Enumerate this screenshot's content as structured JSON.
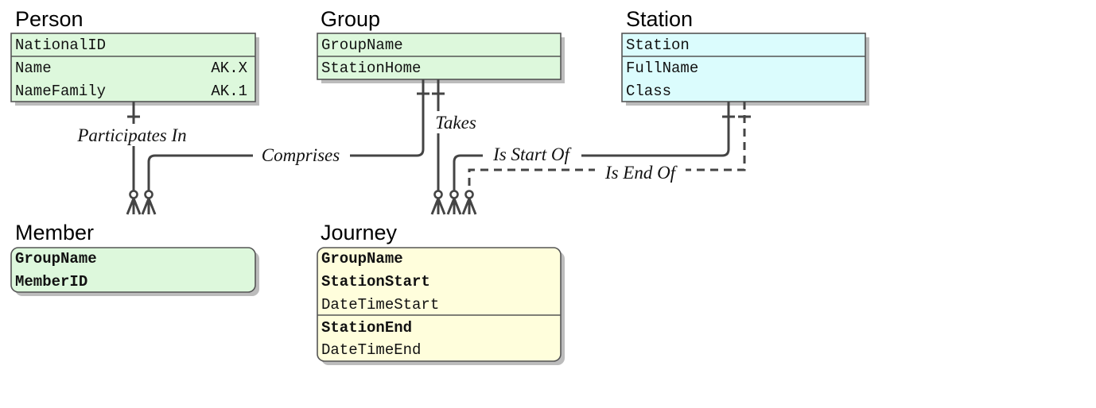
{
  "entities": {
    "person": {
      "title": "Person",
      "color": "#ddf8dc",
      "rows": [
        {
          "name": "NationalID",
          "key": ""
        },
        {
          "name": "Name",
          "key": "AK.X"
        },
        {
          "name": "NameFamily",
          "key": "AK.1"
        }
      ]
    },
    "group": {
      "title": "Group",
      "color": "#ddf8dc",
      "rows": [
        {
          "name": "GroupName"
        },
        {
          "name": "StationHome"
        }
      ]
    },
    "station": {
      "title": "Station",
      "color": "#dbfcfd",
      "rows": [
        {
          "name": "Station"
        },
        {
          "name": "FullName"
        },
        {
          "name": "Class"
        }
      ]
    },
    "member": {
      "title": "Member",
      "color": "#ddf8dc",
      "rows": [
        {
          "name": "GroupName"
        },
        {
          "name": "MemberID"
        }
      ]
    },
    "journey": {
      "title": "Journey",
      "color": "#fffedc",
      "rows": [
        {
          "name": "GroupName"
        },
        {
          "name": "StationStart"
        },
        {
          "name": "DateTimeStart"
        },
        {
          "name": "StationEnd"
        },
        {
          "name": "DateTimeEnd"
        }
      ]
    }
  },
  "relationships": {
    "participates_in": "Participates In",
    "comprises": "Comprises",
    "takes": "Takes",
    "is_start_of": "Is Start Of",
    "is_end_of": "Is End Of"
  }
}
